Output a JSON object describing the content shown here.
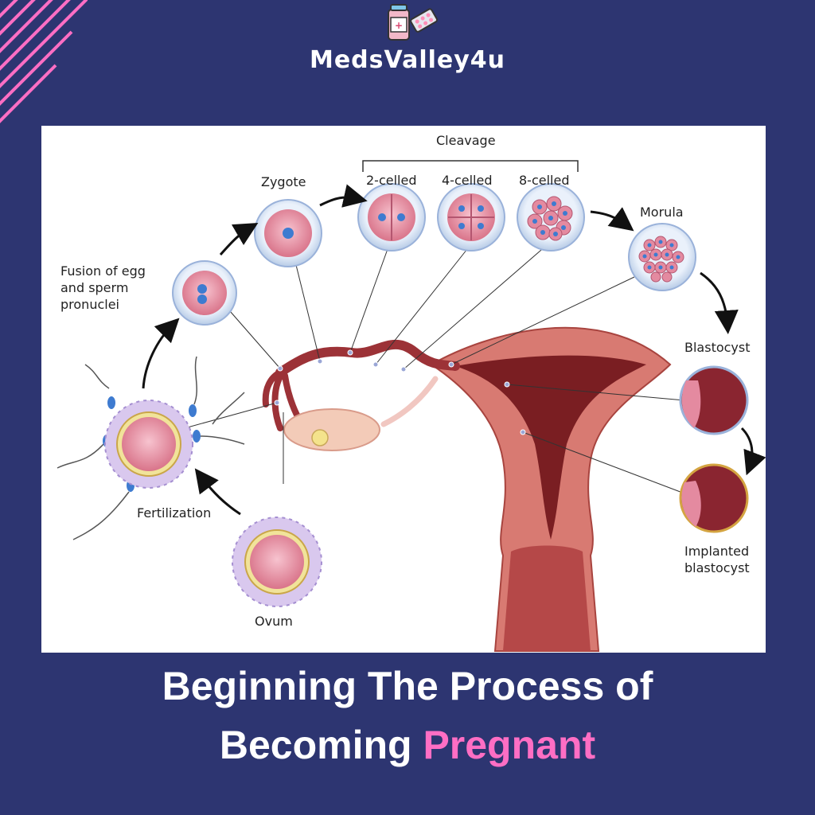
{
  "brand": {
    "name": "MedsValley4u"
  },
  "diagram": {
    "labels": {
      "cleavage": "Cleavage",
      "zygote": "Zygote",
      "two_celled": "2-celled",
      "four_celled": "4-celled",
      "eight_celled": "8-celled",
      "morula": "Morula",
      "fusion": "Fusion of egg\nand sperm\npronuclei",
      "blastocyst": "Blastocyst",
      "fertilization": "Fertilization",
      "implanted": "Implanted\nblastocyst",
      "ovum": "Ovum"
    }
  },
  "headline": {
    "line1": "Beginning The Process of",
    "line2_prefix": "Becoming ",
    "line2_accent": "Pregnant"
  },
  "colors": {
    "background": "#2d3571",
    "accent": "#ff6ec4",
    "tissue": "#c75a5a"
  }
}
